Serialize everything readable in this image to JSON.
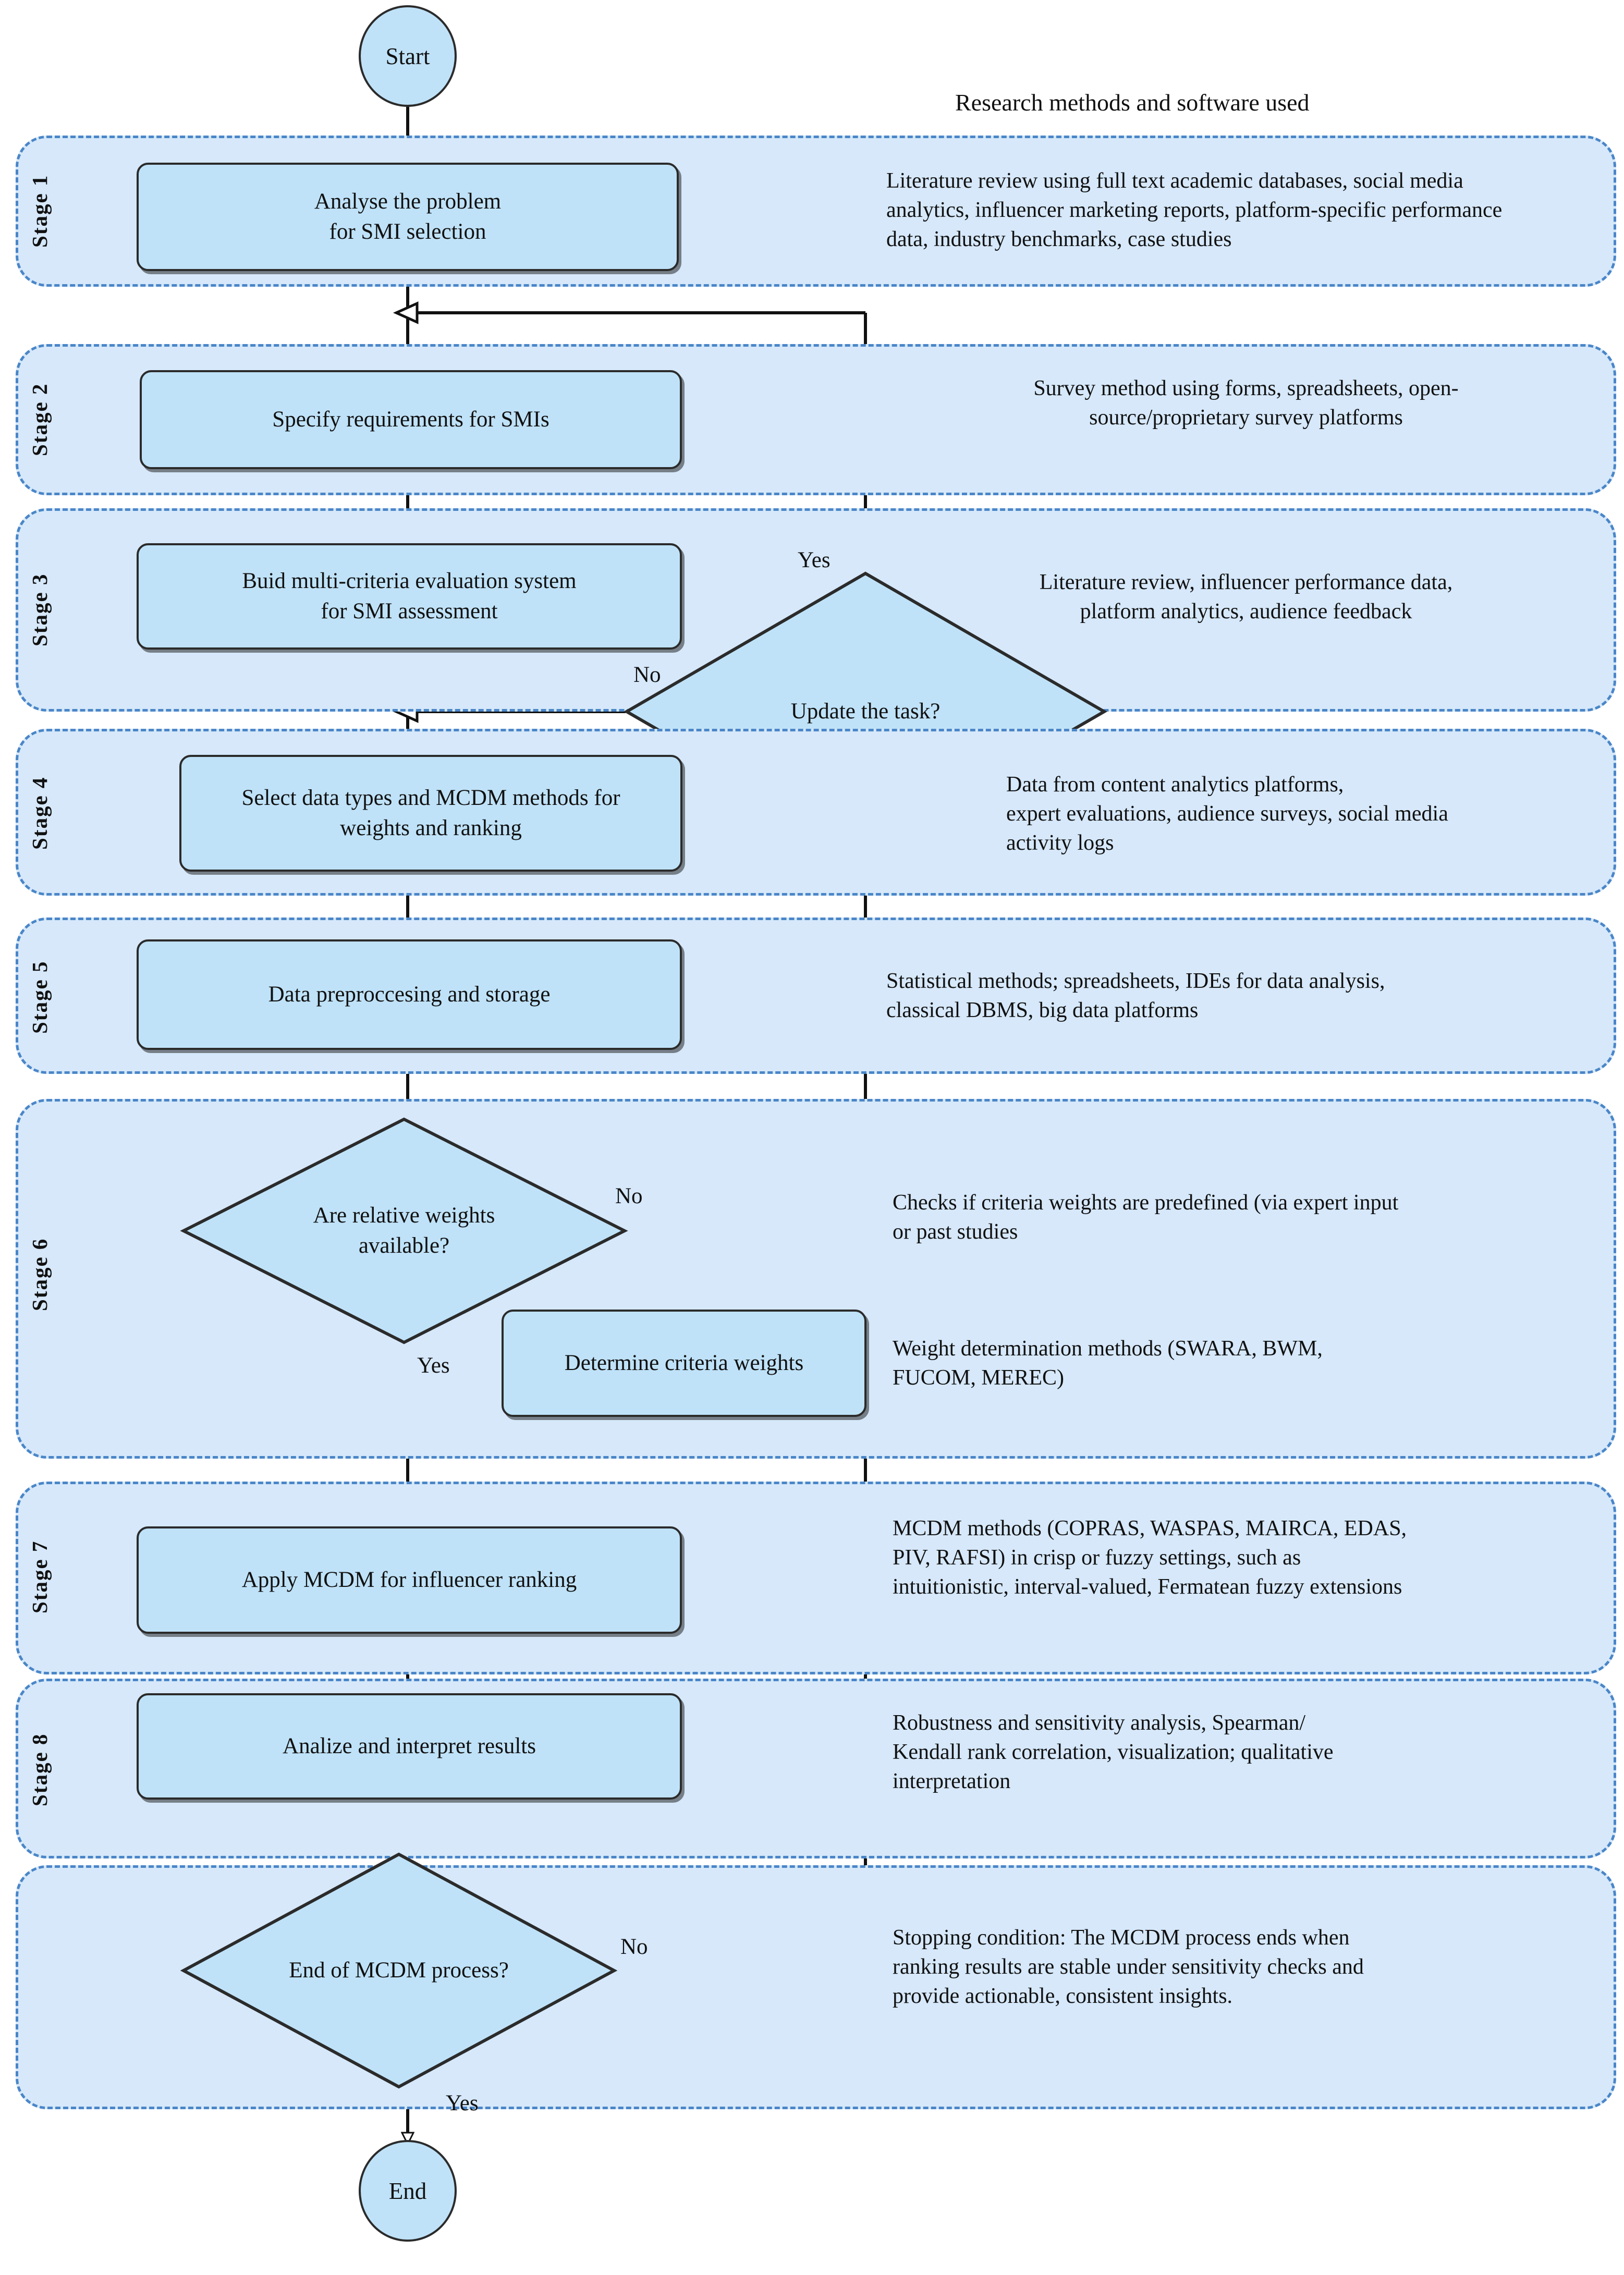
{
  "header": {
    "title": "Research methods and software used"
  },
  "terminators": {
    "start": "Start",
    "end": "End"
  },
  "stages": [
    {
      "label": "Stage 1",
      "box": "Analyse the problem\nfor SMI selection",
      "note": "Literature review using full text academic databases, social media\nanalytics, influencer marketing reports, platform-specific performance\ndata, industry benchmarks, case studies"
    },
    {
      "label": "Stage 2",
      "box": "Specify requirements for SMIs",
      "note": "Survey method using forms, spreadsheets, open-\nsource/proprietary survey platforms"
    },
    {
      "label": "Stage 3",
      "box": "Buid multi-criteria evaluation system\nfor SMI assessment",
      "note": "Literature review, influencer performance data,\nplatform analytics, audience feedback"
    },
    {
      "label": "Stage 4",
      "box": "Select data types and MCDM methods for\nweights and ranking",
      "note": "Data from content analytics platforms,\nexpert evaluations, audience surveys, social media\nactivity logs"
    },
    {
      "label": "Stage 5",
      "box": "Data preproccesing and storage",
      "note": "Statistical methods; spreadsheets, IDEs for data analysis,\nclassical DBMS, big data platforms"
    },
    {
      "label": "Stage 6",
      "box": "Determine criteria weights",
      "note": "Checks if criteria weights are predefined (via expert input\nor past studies",
      "note2": "Weight determination methods (SWARA, BWM,\nFUCOM, MEREC)"
    },
    {
      "label": "Stage 7",
      "box": "Apply MCDM for influencer ranking",
      "note": "MCDM methods (COPRAS, WASPAS, MAIRCA, EDAS,\nPIV, RAFSI) in crisp or fuzzy settings, such as\nintuitionistic, interval-valued, Fermatean fuzzy extensions"
    },
    {
      "label": "Stage 8",
      "box": "Analize and interpret results",
      "note": "Robustness and sensitivity analysis, Spearman/\nKendall rank correlation, visualization; qualitative\ninterpretation"
    },
    {
      "label": "",
      "box": "",
      "note": "Stopping condition: The MCDM process ends when\nranking results are stable under sensitivity checks and\nprovide actionable, consistent insights."
    }
  ],
  "decisions": {
    "update_task": "Update the task?",
    "relative_weights": "Are relative weights\navailable?",
    "end_process": "End of MCDM process?"
  },
  "edge_labels": {
    "update_yes": "Yes",
    "update_no": "No",
    "weights_no": "No",
    "weights_yes": "Yes",
    "end_no": "No",
    "end_yes": "Yes"
  },
  "colors": {
    "band_fill": "#d6e8fa",
    "band_border": "#4a86c8",
    "node_fill": "#bfe2f8",
    "node_border": "#2b2b2b",
    "text": "#111111"
  }
}
